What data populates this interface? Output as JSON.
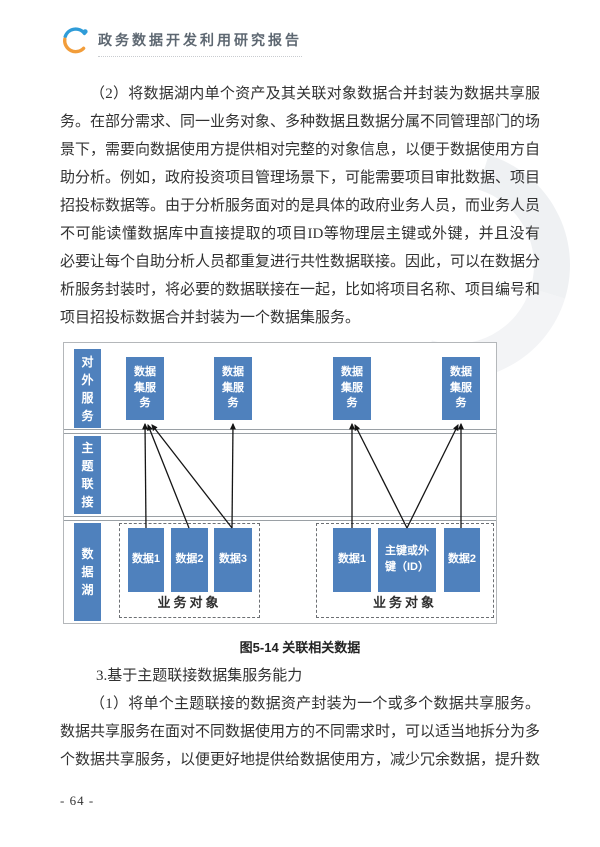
{
  "header": {
    "title": "政务数据开发利用研究报告"
  },
  "footer": {
    "page_number": "- 64 -"
  },
  "content": {
    "paragraph_1": "（2）将数据湖内单个资产及其关联对象数据合并封装为数据共享服务。在部分需求、同一业务对象、多种数据且数据分属不同管理部门的场景下，需要向数据使用方提供相对完整的对象信息，以便于数据使用方自助分析。例如，政府投资项目管理场景下，可能需要项目审批数据、项目招投标数据等。由于分析服务面对的是具体的政府业务人员，而业务人员不可能读懂数据库中直接提取的项目ID等物理层主键或外键，并且没有必要让每个自助分析人员都重复进行共性数据联接。因此，可以在数据分析服务封装时，将必要的数据联接在一起，比如将项目名称、项目编号和项目招投标数据合并封装为一个数据集服务。",
    "section_heading": "3.基于主题联接数据集服务能力",
    "paragraph_2": "（1）将单个主题联接的数据资产封装为一个或多个数据共享服务。数据共享服务在面对不同数据使用方的不同需求时，可以适当地拆分为多个数据共享服务，以便更好地提供给数据使用方，减少冗余数据，提升数"
  },
  "figure": {
    "caption": "图5-14 关联相关数据",
    "row_labels": [
      "对\n外\n服\n务",
      "主\n题\n联\n接",
      "数\n据\n湖"
    ],
    "service_boxes": [
      "数据\n集服\n务",
      "数据\n集服\n务",
      "数据\n集服\n务",
      "数据\n集服\n务"
    ],
    "left_group": {
      "label": "业务对象",
      "boxes": [
        "数据1",
        "数据2",
        "数据3"
      ]
    },
    "right_group": {
      "label": "业务对象",
      "boxes": [
        "数据1",
        "主键或外\n键（ID）",
        "数据2"
      ]
    },
    "colors": {
      "box_blue": "#4f81bd",
      "logo_blue": "#2f9cd8",
      "logo_orange": "#f29d3a",
      "header_text": "#5d6771"
    }
  }
}
